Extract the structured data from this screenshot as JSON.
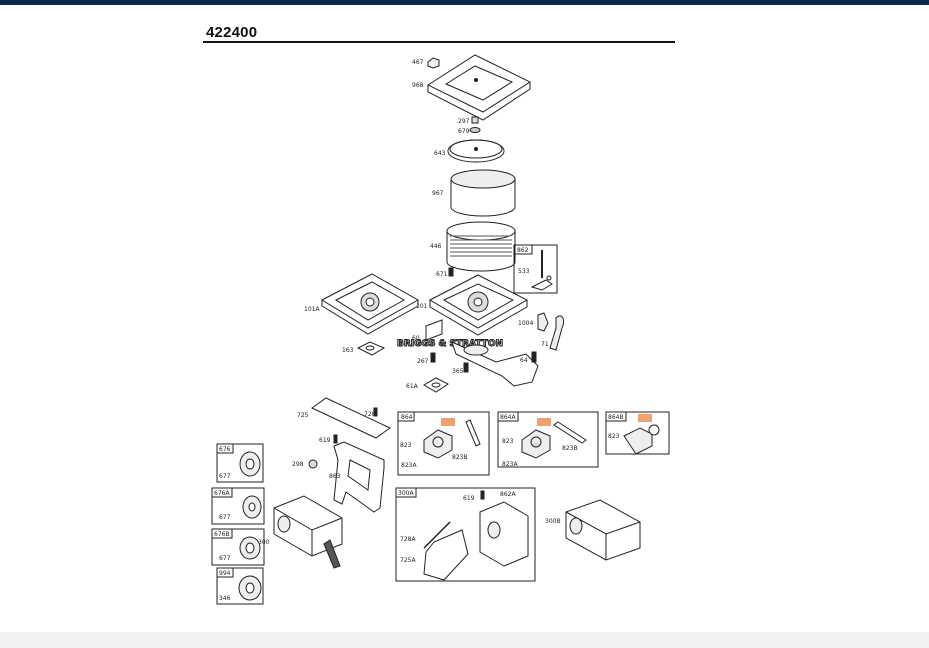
{
  "diagram": {
    "title": "422400",
    "watermark": "BRIGGS & STRATTON",
    "callouts": [
      {
        "id": "467"
      },
      {
        "id": "968"
      },
      {
        "id": "297"
      },
      {
        "id": "679"
      },
      {
        "id": "643"
      },
      {
        "id": "967"
      },
      {
        "id": "446"
      },
      {
        "id": "862"
      },
      {
        "id": "671"
      },
      {
        "id": "533"
      },
      {
        "id": "101A"
      },
      {
        "id": "101"
      },
      {
        "id": "1004"
      },
      {
        "id": "60"
      },
      {
        "id": "71"
      },
      {
        "id": "163"
      },
      {
        "id": "267"
      },
      {
        "id": "64"
      },
      {
        "id": "365"
      },
      {
        "id": "61A"
      },
      {
        "id": "725"
      },
      {
        "id": "728"
      },
      {
        "id": "864"
      },
      {
        "id": "864A"
      },
      {
        "id": "864B"
      },
      {
        "id": "619"
      },
      {
        "id": "823"
      },
      {
        "id": "823A"
      },
      {
        "id": "823B"
      },
      {
        "id": "298"
      },
      {
        "id": "863"
      },
      {
        "id": "676"
      },
      {
        "id": "677"
      },
      {
        "id": "676A"
      },
      {
        "id": "676B"
      },
      {
        "id": "300A"
      },
      {
        "id": "862A"
      },
      {
        "id": "300B"
      },
      {
        "id": "300"
      },
      {
        "id": "728A"
      },
      {
        "id": "725A"
      },
      {
        "id": "994"
      },
      {
        "id": "346"
      }
    ],
    "highlight_color": "#f0a070",
    "line_color": "#222222"
  }
}
